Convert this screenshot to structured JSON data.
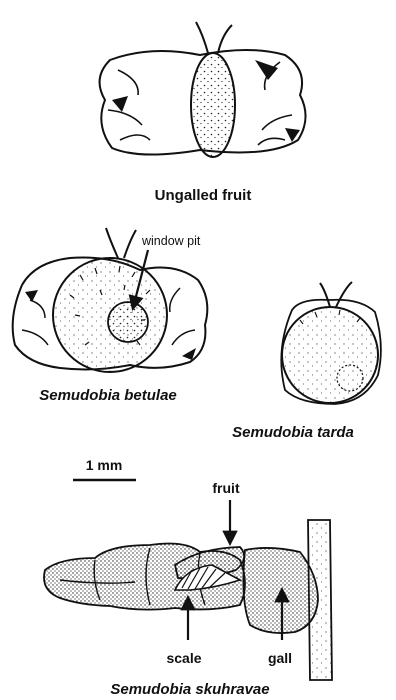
{
  "figure": {
    "colors": {
      "ink": "#111111",
      "paper": "#ffffff"
    },
    "panels": {
      "ungalled": {
        "caption": "Ungalled fruit"
      },
      "betulae": {
        "caption": "Semudobia betulae",
        "annotation": "window pit"
      },
      "tarda": {
        "caption": "Semudobia tarda"
      },
      "scale_bar": {
        "label": "1 mm"
      },
      "skuhravae": {
        "caption": "Semudobia skuhravae",
        "labels": {
          "fruit": "fruit",
          "scale": "scale",
          "gall": "gall"
        }
      }
    }
  }
}
